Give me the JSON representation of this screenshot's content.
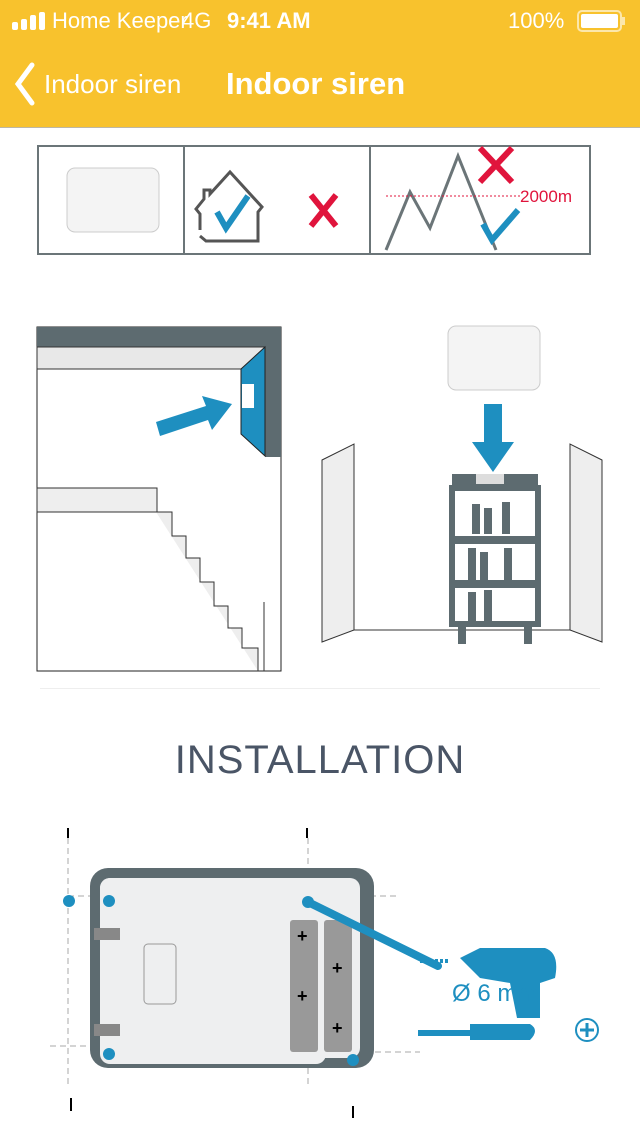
{
  "status_bar": {
    "carrier": "Home Keeper",
    "network": "4G",
    "time": "9:41 AM",
    "battery": "100%"
  },
  "nav": {
    "back_label": "Indoor siren",
    "title": "Indoor siren"
  },
  "illustration": {
    "altitude_label": "2000m",
    "drill_size": "Ø 6 mm"
  },
  "section": {
    "title": "INSTALLATION"
  },
  "colors": {
    "header": "#F8C22D",
    "accent_blue": "#1E8FC0",
    "cross_red": "#E0143C"
  }
}
